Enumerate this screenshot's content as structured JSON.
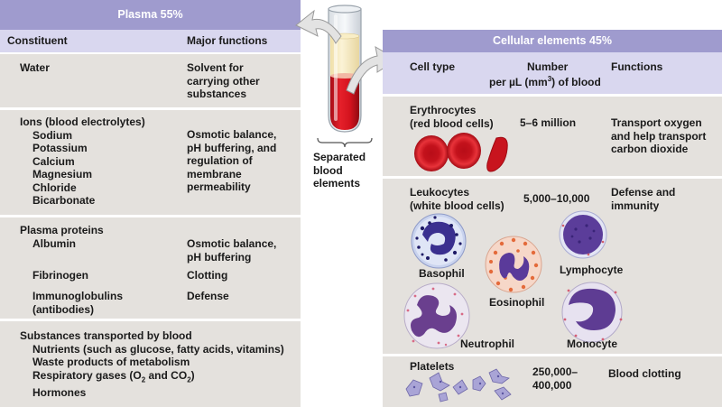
{
  "plasma": {
    "title": "Plasma 55%",
    "col_constituent": "Constituent",
    "col_functions": "Major functions",
    "water": {
      "name": "Water",
      "function": [
        "Solvent for",
        "carrying other",
        "substances"
      ]
    },
    "ions": {
      "heading": "Ions (blood electrolytes)",
      "items": [
        "Sodium",
        "Potassium",
        "Calcium",
        "Magnesium",
        "Chloride",
        "Bicarbonate"
      ],
      "function": [
        "Osmotic balance,",
        "pH buffering, and",
        "regulation of",
        "membrane",
        "permeability"
      ]
    },
    "proteins": {
      "heading": "Plasma proteins",
      "albumin": "Albumin",
      "albumin_function": [
        "Osmotic balance,",
        "pH buffering"
      ],
      "fibrinogen": "Fibrinogen",
      "fibrinogen_function": "Clotting",
      "immuno": [
        "Immunoglobulins",
        "(antibodies)"
      ],
      "immuno_function": "Defense"
    },
    "substances": {
      "heading": "Substances transported by blood",
      "items": [
        "Nutrients (such as glucose, fatty acids, vitamins)",
        "Waste products of metabolism"
      ],
      "resp_prefix": "Respiratory gases (O",
      "resp_sub1": "2",
      "resp_mid": " and CO",
      "resp_sub2": "2",
      "resp_suffix": ")",
      "hormones": "Hormones"
    }
  },
  "tube": {
    "label": [
      "Separated",
      "blood",
      "elements"
    ]
  },
  "cellular": {
    "title": "Cellular elements 45%",
    "col_type": "Cell type",
    "col_number": "Number",
    "col_number2_prefix": "per µL (mm",
    "col_number2_sup": "3",
    "col_number2_suffix": ") of blood",
    "col_functions": "Functions",
    "erythrocytes": {
      "name": [
        "Erythrocytes",
        "(red blood cells)"
      ],
      "number": "5–6 million",
      "function": [
        "Transport oxygen",
        "and help transport",
        "carbon dioxide"
      ]
    },
    "leukocytes": {
      "name": [
        "Leukocytes",
        "(white blood cells)"
      ],
      "number": "5,000–10,000",
      "function": [
        "Defense and",
        "immunity"
      ],
      "cells": {
        "basophil": "Basophil",
        "lymphocyte": "Lymphocyte",
        "eosinophil": "Eosinophil",
        "neutrophil": "Neutrophil",
        "monocyte": "Monocyte"
      }
    },
    "platelets": {
      "name": "Platelets",
      "number": [
        "250,000–",
        "400,000"
      ],
      "function": "Blood clotting"
    }
  },
  "colors": {
    "header_purple": "#9f9bce",
    "column_lavender": "#d9d7ef",
    "panel_gray": "#e4e1dd",
    "blood_red": "#d2121d",
    "plasma_yellow": "#f6e8b8"
  }
}
